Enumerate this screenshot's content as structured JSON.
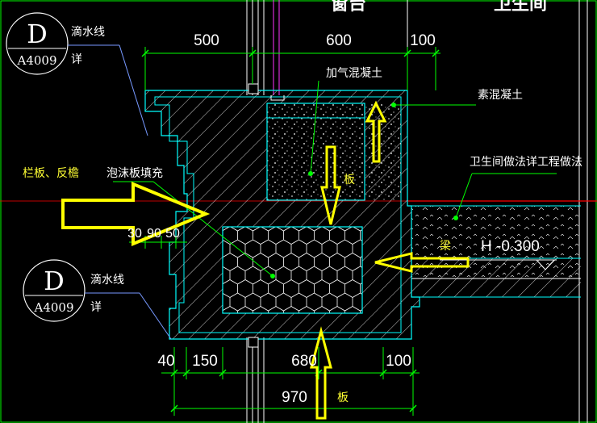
{
  "header": {
    "left_room": "窗台",
    "right_room": "卫生间"
  },
  "dims_top": {
    "d1": "500",
    "d2": "600",
    "d3": "100"
  },
  "dims_bottom": {
    "d1": "40",
    "d2": "150",
    "d3": "680",
    "d4": "100",
    "total": "970"
  },
  "dims_left": {
    "d1": "30",
    "d2": "90",
    "d3": "50"
  },
  "callouts": {
    "top": {
      "symbol": "D",
      "sheet": "A4009",
      "note": "滴水线",
      "suffix": "详"
    },
    "bottom": {
      "symbol": "D",
      "sheet": "A4009",
      "note": "滴水线",
      "suffix": "详"
    }
  },
  "labels": {
    "aerated_concrete": "加气混凝土",
    "plain_concrete": "素混凝土",
    "bathroom_method": "卫生间做法详工程做法",
    "foam_board": "泡沫板填充",
    "rail_flange": "栏板、反檐",
    "slab_top": "板",
    "slab_bottom": "板",
    "beam": "梁",
    "elevation": "H -0.300"
  },
  "colors": {
    "wall": "#00ffff",
    "line": "#ffffff",
    "annot": "#ffff33",
    "leader": "#00ff00",
    "red": "#ff0000"
  }
}
